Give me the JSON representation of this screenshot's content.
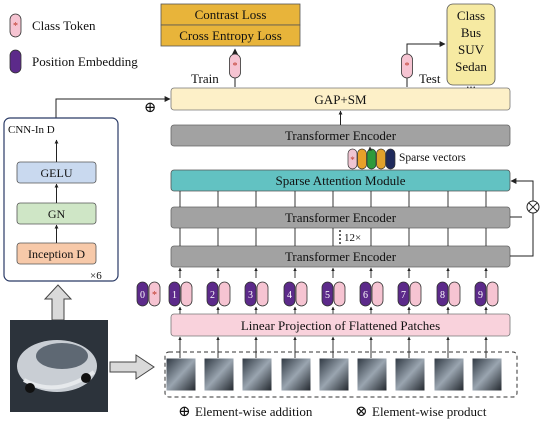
{
  "legend": {
    "class_token": "Class Token",
    "position_embedding": "Position Embedding",
    "class_token_symbol": "*"
  },
  "heads": {
    "contrast_loss": "Contrast Loss",
    "cross_entropy_loss": "Cross Entropy Loss",
    "train": "Train",
    "test": "Test",
    "output_classes": [
      "Class",
      "Bus",
      "SUV",
      "Sedan",
      "..."
    ]
  },
  "blocks": {
    "gap_sm": "GAP+SM",
    "transformer_encoder_top": "Transformer Encoder",
    "sparse_vectors": "Sparse vectors",
    "sparse_attention_module": "Sparse Attention Module",
    "transformer_encoder_mid": "Transformer Encoder",
    "repeat": "12×",
    "transformer_encoder_bottom": "Transformer Encoder",
    "linear_projection": "Linear Projection of Flattened Patches"
  },
  "cnn": {
    "title": "CNN-In D",
    "gelu": "GELU",
    "gn": "GN",
    "inception": "Inception  D",
    "repeat": "×6"
  },
  "tokens": {
    "class_index": "0",
    "patch_indices": [
      "1",
      "2",
      "3",
      "4",
      "5",
      "6",
      "7",
      "8",
      "9"
    ]
  },
  "ops": {
    "addition_symbol": "⊕",
    "product_symbol": "⊗",
    "element_wise_addition": "Element-wise addition",
    "element_wise_product": "Element-wise product"
  },
  "colors": {
    "loss_fill": "#e8b43a",
    "output_fill": "#f6eaa2",
    "gap_fill": "#fdf0c8",
    "encoder_fill": "#a2a2a2",
    "sam_fill": "#62c2c2",
    "linear_fill": "#f9d2dc",
    "class_token": "#f6c4d2",
    "position_embedding": "#5c2a8a",
    "gelu_fill": "#c9d9ef",
    "gn_fill": "#cfe6c6",
    "inception_fill": "#f7c9a9",
    "sparse_vector_colors": [
      "#f0c5d2",
      "#e9a02a",
      "#2e9a3c",
      "#e0a12c",
      "#1f2a5c"
    ]
  }
}
